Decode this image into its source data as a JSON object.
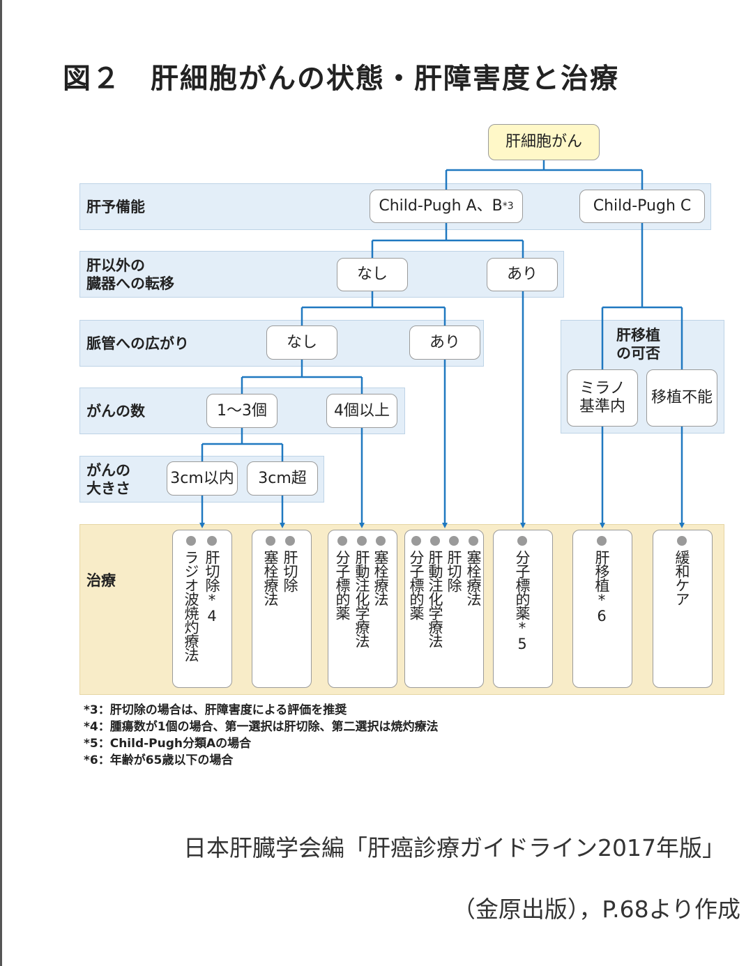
{
  "title": "図２　肝細胞がんの状態・肝障害度と治療",
  "root_label": "肝細胞がん",
  "rows": {
    "liver_reserve": "肝予備能",
    "metastasis": "肝以外の\n臓器への転移",
    "vascular": "脈管への広がり",
    "count": "がんの数",
    "size": "がんの\n大きさ",
    "treatment": "治療"
  },
  "nodes": {
    "child_ab": "Child-Pugh A、B",
    "child_ab_sup": "*3",
    "child_c": "Child-Pugh C",
    "meta_none": "なし",
    "meta_yes": "あり",
    "vasc_none": "なし",
    "vasc_yes": "あり",
    "count_1_3": "1～3個",
    "count_4plus": "4個以上",
    "size_le3": "3cm以内",
    "size_gt3": "3cm超",
    "transplant_header": "肝移植\nの可否",
    "milan": "ミラノ\n基準内",
    "no_transplant": "移植不能"
  },
  "treatments": [
    [
      "肝切除*4",
      "ラジオ波焼灼療法"
    ],
    [
      "肝切除",
      "塞栓療法"
    ],
    [
      "塞栓療法",
      "肝動注化学療法",
      "分子標的薬"
    ],
    [
      "塞栓療法",
      "肝切除",
      "肝動注化学療法",
      "分子標的薬"
    ],
    [
      "分子標的薬*5"
    ],
    [
      "肝移植*6"
    ],
    [
      "緩和ケア"
    ]
  ],
  "notes": [
    "*3：肝切除の場合は、肝障害度による評価を推奨",
    "*4：腫瘍数が1個の場合、第一選択は肝切除、第二選択は焼灼療法",
    "*5：Child-Pugh分類Aの場合",
    "*6：年齢が65歳以下の場合"
  ],
  "source_line1": "日本肝臓学会編「肝癌診療ガイドライン2017年版」",
  "source_line2": "（金原出版），P.68より作成",
  "colors": {
    "connector": "#1f78c0",
    "band": "#e3eef8",
    "treatment_band": "#f8ecc8",
    "root_fill": "#fff8c8"
  }
}
